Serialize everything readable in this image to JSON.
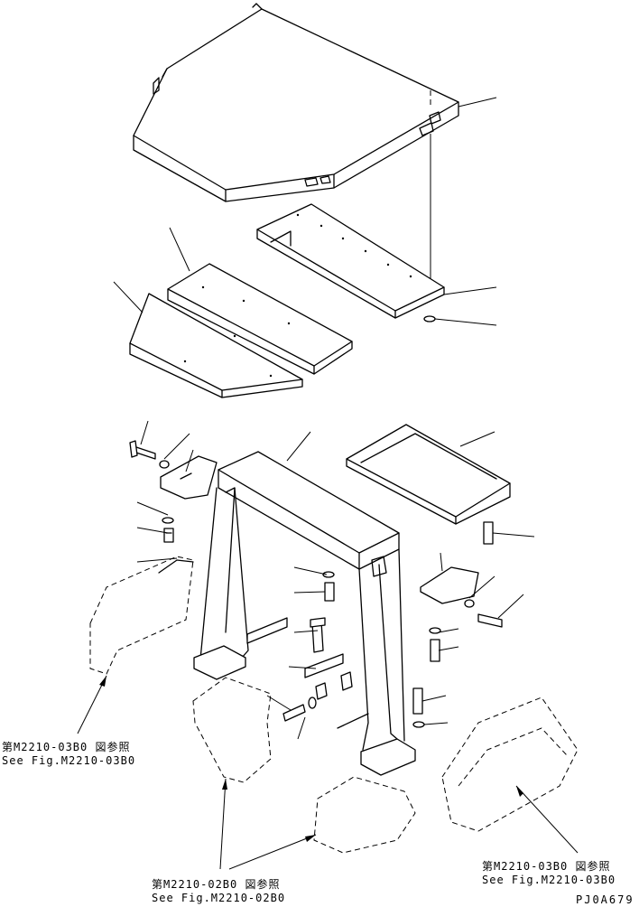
{
  "references": {
    "left": {
      "jp": "第M2210-03B0 図参照",
      "en": "See Fig.M2210-03B0"
    },
    "bottom": {
      "jp": "第M2210-02B0 図参照",
      "en": "See Fig.M2210-02B0"
    },
    "right": {
      "jp": "第M2210-03B0 図参照",
      "en": "See Fig.M2210-03B0"
    }
  },
  "drawing_id": "PJ0A679"
}
